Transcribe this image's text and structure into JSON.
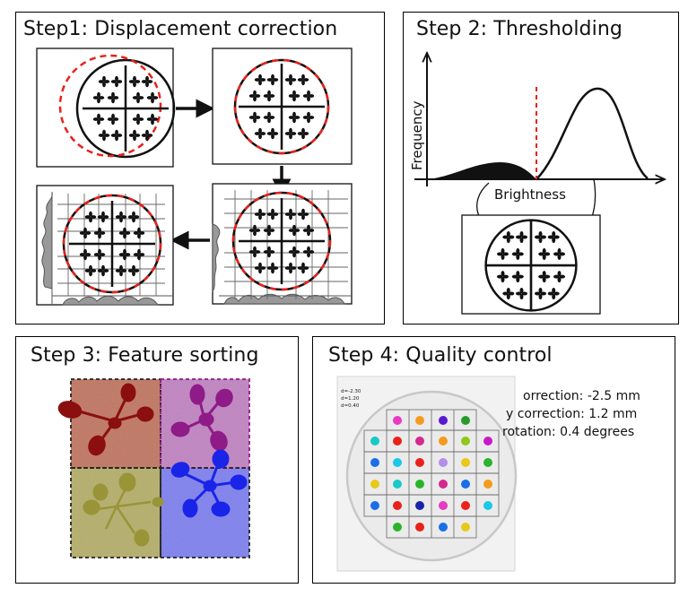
{
  "steps": {
    "step1": {
      "title": "Step1: Displacement correction"
    },
    "step2": {
      "title": "Step 2: Thresholding",
      "ylabel": "Frequency",
      "xlabel": "Brightness"
    },
    "step3": {
      "title": "Step 3: Feature sorting"
    },
    "step4": {
      "title": "Step 4: Quality control",
      "readouts": [
        "orrection: -2.5 mm",
        "y correction: 1.2 mm",
        "rotation: 0.4 degrees"
      ],
      "photo_labels": [
        "d=-2.30",
        "d=1.20",
        "d=0.40"
      ]
    }
  },
  "colors": {
    "red_dash": "#e8211b",
    "plant_black": "#111111",
    "quad_red": "#c9826f",
    "quad_purple": "#c98fc9",
    "quad_olive": "#bdb777",
    "quad_blue": "#8a8cf4",
    "plant_red": "#8b0f0f",
    "plant_purple": "#8e1b88",
    "plant_olive": "#999438",
    "plant_blue": "#1a24e8"
  }
}
